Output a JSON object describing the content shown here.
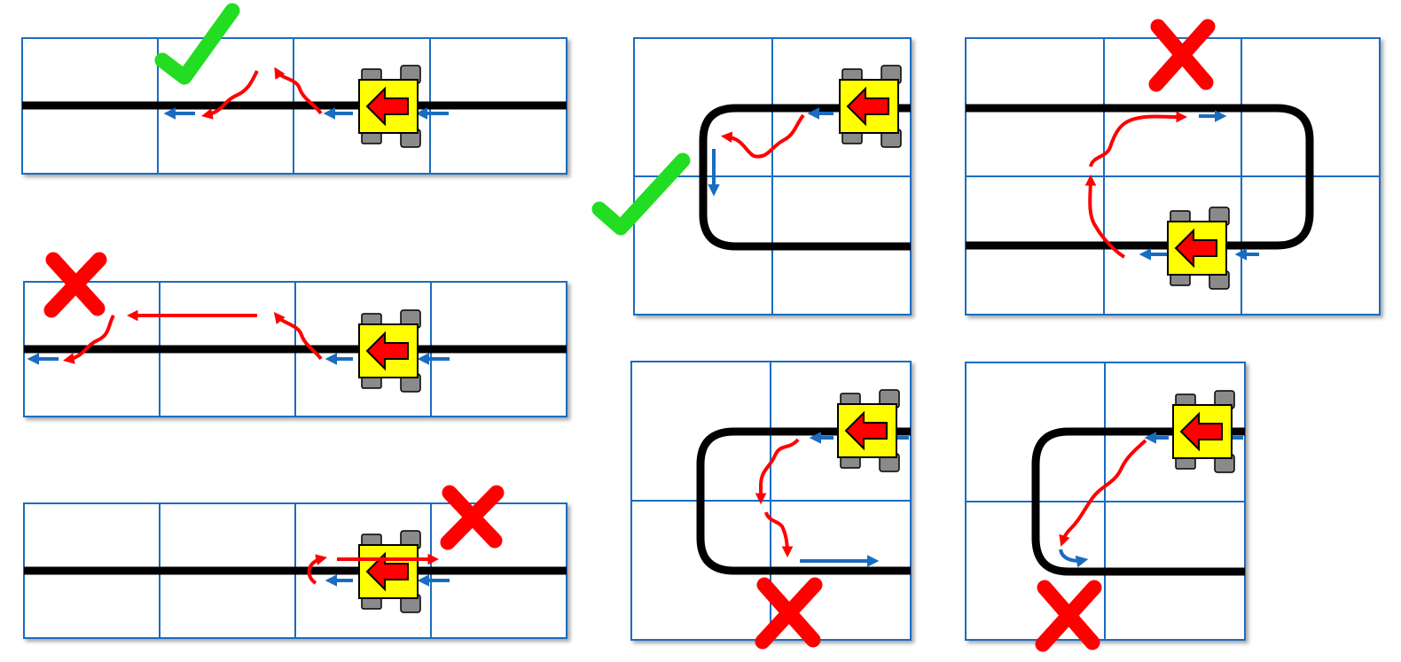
{
  "colors": {
    "grid_line": "#1a6cc0",
    "grid_fill": "#ffffff",
    "track": "#000000",
    "robot_body": "#ffff00",
    "robot_arrow": "#ff0000",
    "robot_wheel": "#808080",
    "path_robot": "#ff0000",
    "path_intended": "#1a6cc0",
    "mark_correct": "#22dd22",
    "mark_wrong": "#ff0000"
  },
  "icons": {
    "correct": "check-mark-icon",
    "wrong": "cross-mark-icon",
    "robot": "robot-icon"
  },
  "panels": [
    {
      "id": "straight-skip-one",
      "track": "straight-line",
      "verdict": "correct"
    },
    {
      "id": "straight-skip-many",
      "track": "straight-line",
      "verdict": "wrong"
    },
    {
      "id": "straight-reverse",
      "track": "straight-line",
      "verdict": "wrong"
    },
    {
      "id": "loop-corner-down",
      "track": "rounded-loop",
      "verdict": "correct"
    },
    {
      "id": "loop-jump-upper",
      "track": "rounded-loop",
      "verdict": "wrong"
    },
    {
      "id": "loop-jump-lower",
      "track": "rounded-loop",
      "verdict": "wrong"
    },
    {
      "id": "loop-diagonal",
      "track": "rounded-loop",
      "verdict": "wrong"
    }
  ]
}
